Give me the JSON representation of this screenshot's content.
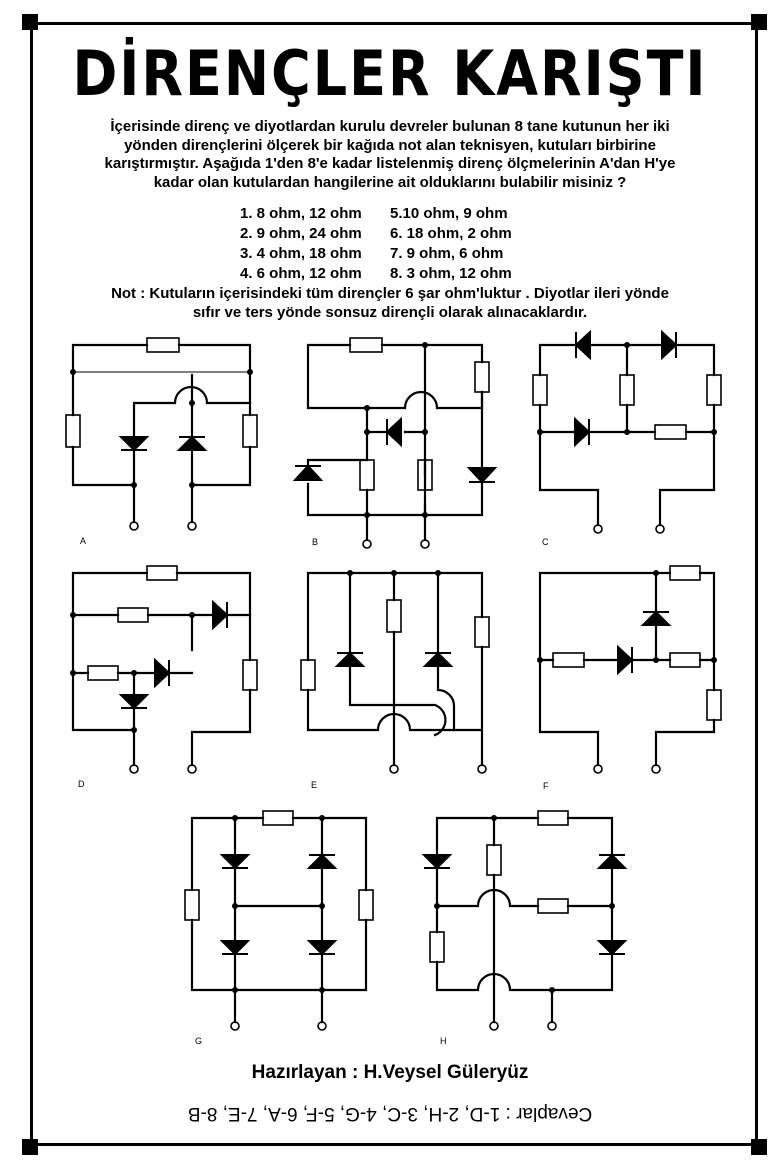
{
  "title": "DİRENÇLER KARIŞTI",
  "intro": [
    "İçerisinde direnç ve diyotlardan kurulu devreler bulunan 8 tane kutunun her iki",
    "yönden dirençlerini ölçerek bir kağıda not alan teknisyen, kutuları birbirine",
    "karıştırmıştır. Aşağıda 1'den 8'e kadar listelenmiş direnç ölçmelerinin A'dan H'ye",
    "kadar olan kutulardan hangilerine ait olduklarını bulabilir misiniz ?"
  ],
  "measurements": [
    [
      "1. 8 ohm, 12 ohm",
      "5.10 ohm, 9 ohm"
    ],
    [
      "2. 9 ohm, 24 ohm",
      "6. 18 ohm, 2 ohm"
    ],
    [
      "3. 4 ohm, 18 ohm",
      "7. 9 ohm, 6 ohm"
    ],
    [
      "4. 6 ohm, 12 ohm",
      "8. 3 ohm, 12 ohm"
    ]
  ],
  "note": [
    "Not : Kutuların içerisindeki tüm dirençler 6 şar ohm'luktur . Diyotlar ileri yönde",
    "sıfır ve ters yönde sonsuz dirençli olarak alınacaklardır."
  ],
  "circuit_labels": {
    "A": "A",
    "B": "B",
    "C": "C",
    "D": "D",
    "E": "E",
    "F": "F",
    "G": "G",
    "H": "H"
  },
  "author": "Hazırlayan : H.Veysel Güleryüz",
  "answers": "Cevaplar : 1-D, 2-H, 3-C, 4-G, 5-F, 6-A, 7-E, 8-B"
}
